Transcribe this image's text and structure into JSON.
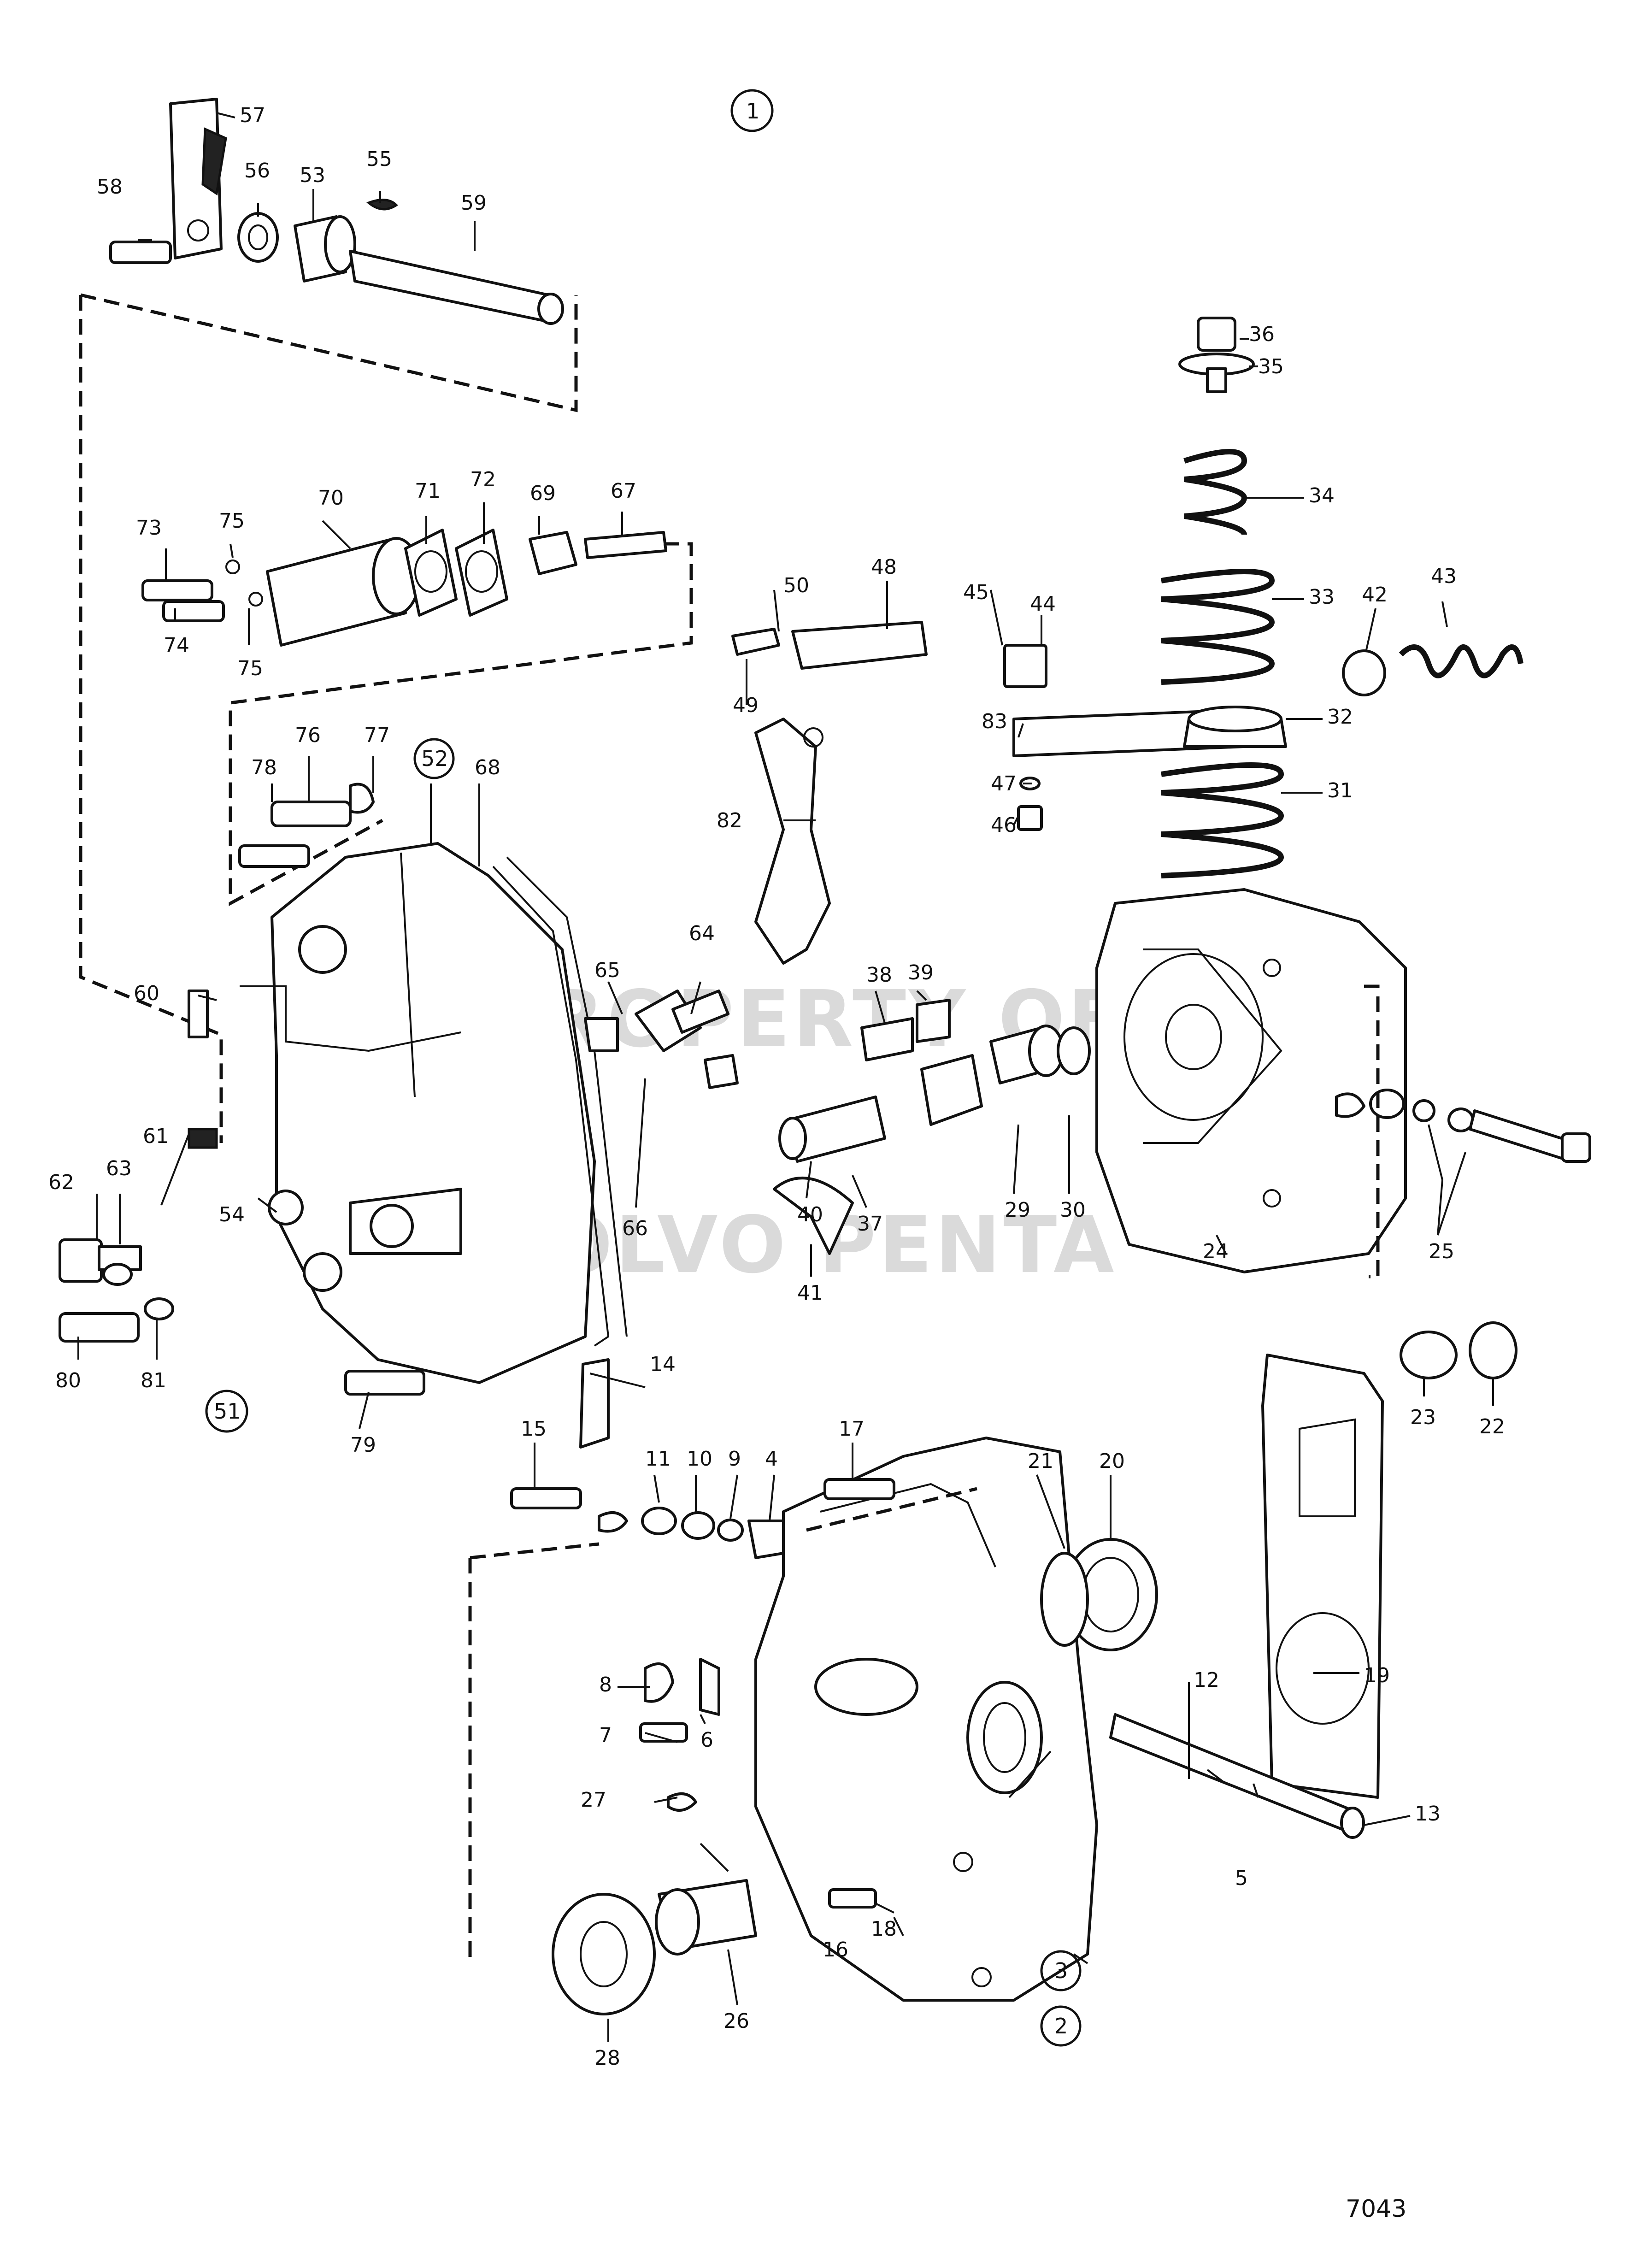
{
  "diagram": {
    "callouts": [
      "57",
      "58",
      "56",
      "53",
      "55",
      "59",
      "73",
      "75",
      "70",
      "71",
      "72",
      "69",
      "67",
      "74",
      "75",
      "76",
      "77",
      "78",
      "68",
      "60",
      "62",
      "63",
      "61",
      "54",
      "80",
      "81",
      "79",
      "36",
      "35",
      "34",
      "33",
      "42",
      "43",
      "32",
      "31",
      "50",
      "48",
      "45",
      "44",
      "49",
      "83",
      "47",
      "46",
      "82",
      "65",
      "64",
      "66",
      "38",
      "39",
      "29",
      "30",
      "40",
      "37",
      "41",
      "24",
      "25",
      "14",
      "15",
      "11",
      "10",
      "9",
      "4",
      "17",
      "21",
      "20",
      "23",
      "22",
      "8",
      "7",
      "6",
      "27",
      "12",
      "19",
      "13",
      "5",
      "16",
      "18",
      "28",
      "26"
    ],
    "assembly_refs": [
      "1",
      "52",
      "51",
      "3",
      "2"
    ],
    "watermark_lines": [
      "PROPERTY OF",
      "VOLVO PENTA"
    ],
    "document_number": "7043"
  }
}
